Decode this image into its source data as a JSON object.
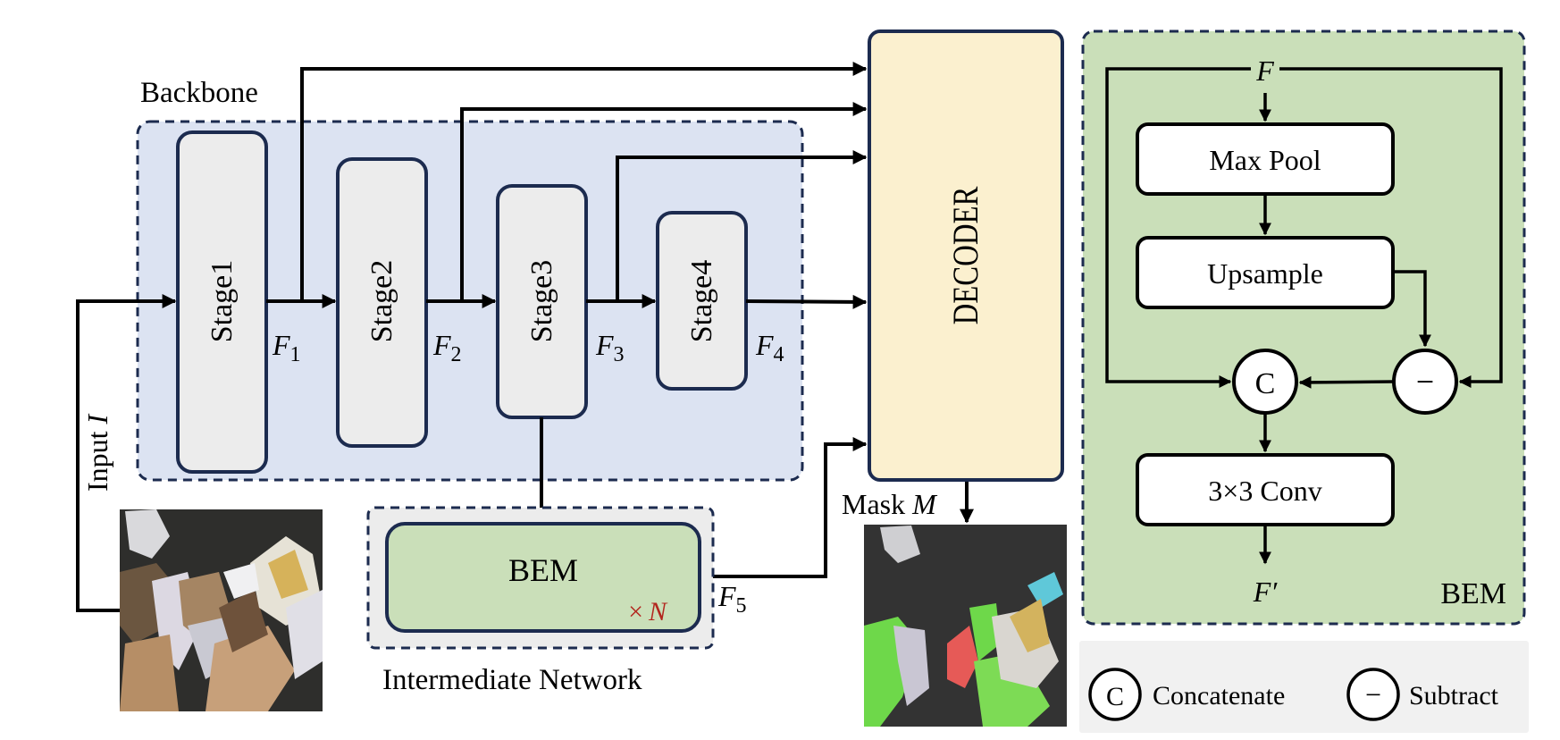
{
  "diagram": {
    "backbone": {
      "title": "Backbone",
      "stages": [
        "Stage1",
        "Stage2",
        "Stage3",
        "Stage4"
      ],
      "features": [
        {
          "base": "F",
          "sub": "1"
        },
        {
          "base": "F",
          "sub": "2"
        },
        {
          "base": "F",
          "sub": "3"
        },
        {
          "base": "F",
          "sub": "4"
        }
      ]
    },
    "input": {
      "label": "Input ",
      "symbol": "I"
    },
    "intermediate": {
      "title": "Intermediate Network",
      "block": "BEM",
      "repeat_times": "×",
      "repeat_symbol": "N",
      "output": {
        "base": "F",
        "sub": "5"
      }
    },
    "decoder": {
      "label": "DECODER"
    },
    "mask": {
      "label": "Mask ",
      "symbol": "M"
    },
    "bem_detail": {
      "title": "BEM",
      "input": "F",
      "output": "F′",
      "blocks": [
        "Max Pool",
        "Upsample",
        "3×3 Conv"
      ],
      "concat_symbol": "C",
      "subtract_symbol": "−"
    },
    "legend": {
      "items": [
        {
          "symbol": "C",
          "label": "Concatenate"
        },
        {
          "symbol": "−",
          "label": "Subtract"
        }
      ]
    },
    "colors": {
      "backbone_bg": "#dce3f2",
      "stage_fill": "#ececec",
      "decoder_fill": "#fbf0cf",
      "bem_fill": "#cadfb9",
      "intermediate_bg": "#ececec",
      "legend_bg": "#f1f1f1",
      "border": "#1c2b4f",
      "repeat_red": "#b3261e"
    }
  }
}
